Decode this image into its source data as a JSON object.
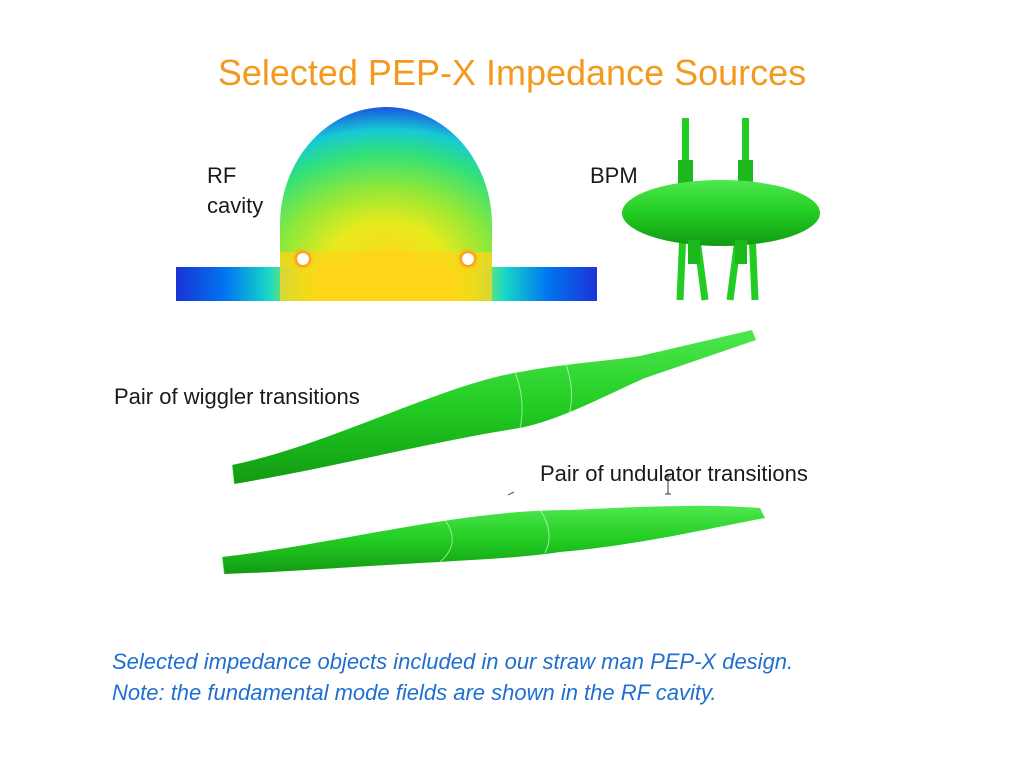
{
  "slide": {
    "title": "Selected PEP-X Impedance Sources",
    "labels": {
      "rf_line1": "RF",
      "rf_line2": "cavity",
      "bpm": "BPM",
      "wiggler": "Pair of wiggler transitions",
      "undulator": "Pair of undulator transitions"
    },
    "caption": {
      "line1": "Selected impedance objects included in our straw man PEP-X design.",
      "line2": "Note: the fundamental mode fields are shown in the RF cavity."
    }
  },
  "colors": {
    "title": "#f39a1e",
    "caption": "#1f6fd1",
    "geometry_green": "#22cc22",
    "field_low": "#1a33d6",
    "field_high": "#f22a0a"
  }
}
